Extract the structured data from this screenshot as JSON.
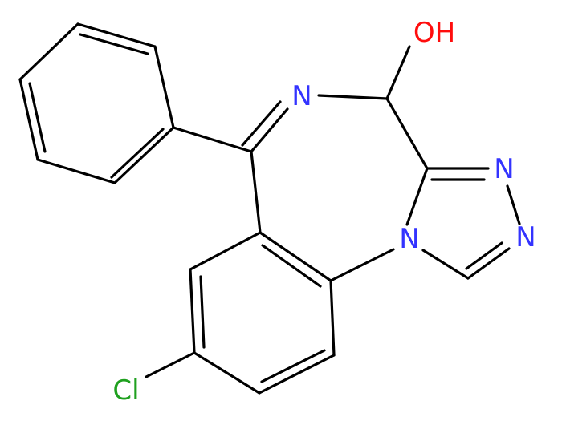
{
  "colors": {
    "background": "#ffffff",
    "bond": "#000000",
    "nitrogen": "#3333ff",
    "oxygen": "#ff0d0d",
    "chlorine": "#1fa01f"
  },
  "labels": {
    "hydroxyl": "OH",
    "imine_n": "N",
    "triazole_n_upper": "N",
    "triazole_n_lower": "N",
    "bridgehead_n": "N",
    "chlorine": "Cl"
  }
}
